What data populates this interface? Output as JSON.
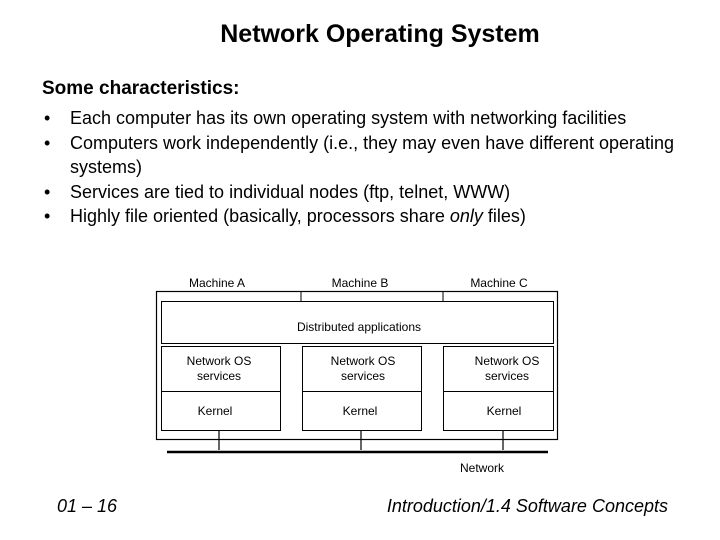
{
  "slide": {
    "title": "Network Operating System",
    "subtitle": "Some characteristics:",
    "bullet_glyph": "•",
    "bullets": [
      {
        "text": "Each computer has its own operating system with networking facilities"
      },
      {
        "text": "Computers work independently (i.e., they may even have different operating systems)"
      },
      {
        "text": "Services are tied to individual nodes (ftp, telnet, WWW)"
      },
      {
        "before": "Highly file oriented (basically, processors share ",
        "emph": "only",
        "after": " files)"
      }
    ]
  },
  "diagram": {
    "machines": [
      "Machine A",
      "Machine B",
      "Machine C"
    ],
    "distributed_label": "Distributed applications",
    "os_services_line1": "Network OS",
    "os_services_line2": "services",
    "kernel_label": "Kernel",
    "network_label": "Network"
  },
  "footer": {
    "left": "01 – 16",
    "right": "Introduction/1.4 Software Concepts"
  }
}
